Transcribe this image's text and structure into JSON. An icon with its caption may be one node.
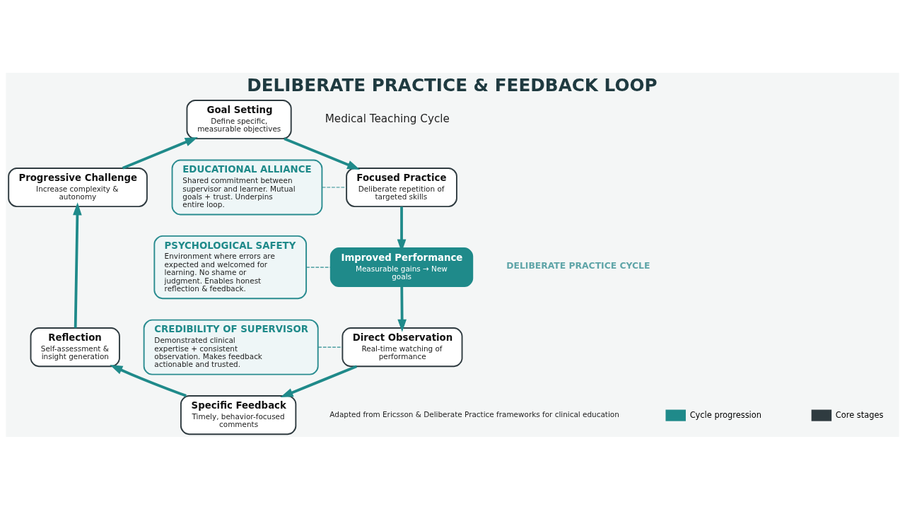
{
  "diagram": {
    "title": "DELIBERATE PRACTICE & FEEDBACK LOOP",
    "nodes": [
      {
        "text": [
          "Goal Setting",
          "Define specific, measurable objectives"
        ]
      },
      {
        "text": [
          "Focused Practice",
          "Deliberate repetition of targeted skills"
        ]
      },
      {
        "text": [
          "Improved Performance",
          "Measurable gains → New goals"
        ]
      },
      {
        "text": [
          "Direct Observation",
          "Real-time watching of performance"
        ]
      },
      {
        "text": [
          "Specific Feedback",
          "Timely, behavior-focused comments"
        ]
      },
      {
        "text": [
          "Reflection",
          "Self-assessment & insight generation"
        ]
      },
      {
        "text": [
          "Progressive Challenge",
          "Increase complexity & autonomy"
        ]
      },
      {
        "text": [
          "EDUCATIONAL ALLIANCE",
          "Shared commitment between supervisor and learner. Mutual goals + trust. Underpins entire loop."
        ]
      },
      {
        "text": [
          "PSYCHOLOGICAL SAFETY",
          "Environment where errors are expected and welcomed for learning. No shame or judgment. Enables honest reflection & feedback."
        ]
      },
      {
        "text": [
          "CREDIBILITY OF SUPERVISOR",
          "Demonstrated clinical expertise + consistent observation. Makes feedback actionable and trusted."
        ]
      }
    ],
    "edges": [
      {
        "from": 0,
        "to": 1,
        "arrow": "to"
      },
      {
        "from": 1,
        "to": 2,
        "arrow": "to"
      },
      {
        "from": 2,
        "to": 3,
        "arrow": "to"
      },
      {
        "from": 3,
        "to": 4,
        "arrow": "to"
      },
      {
        "from": 4,
        "to": 5,
        "arrow": "to"
      },
      {
        "from": 5,
        "to": 6,
        "arrow": "to"
      },
      {
        "from": 6,
        "to": 0,
        "arrow": "to"
      },
      {
        "from": 7,
        "to": 1,
        "arrow": "none",
        "style": "dashed"
      },
      {
        "from": 8,
        "to": 2,
        "arrow": "none",
        "style": "dashed"
      },
      {
        "from": 9,
        "to": 3,
        "arrow": "none",
        "style": "dashed"
      }
    ],
    "labels": [
      "Medical Teaching Cycle",
      "DELIBERATE PRACTICE CYCLE",
      "Adapted from Ericsson & Deliberate Practice frameworks for clinical education"
    ],
    "legend": [
      {
        "text": "Cycle progression"
      },
      {
        "text": "Core stages"
      }
    ]
  }
}
